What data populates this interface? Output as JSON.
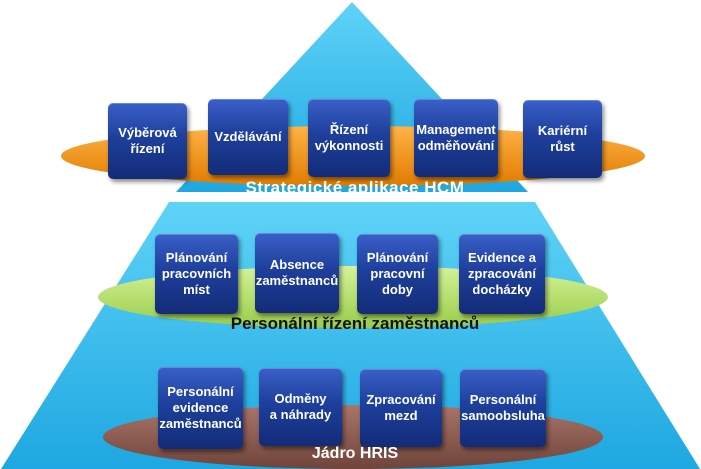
{
  "colors": {
    "pyramid": "#2ab7ea",
    "band_top": "#f7941d",
    "band_mid": "#b5e06a",
    "band_bot": "#8a5a4f",
    "tile": "#1e3f9c"
  },
  "top_band": {
    "label": "Strategické aplikace  HCM",
    "tiles": [
      {
        "text": "Výběrová\nřízení"
      },
      {
        "text": "Vzdělávání"
      },
      {
        "text": "Řízení\nvýkonnosti"
      },
      {
        "text": "Management\nodměňování"
      },
      {
        "text": "Kariérní\nrůst"
      }
    ]
  },
  "middle_band": {
    "label": "Personální řízení zaměstnanců",
    "tiles": [
      {
        "text": "Plánování\npracovních\nmíst"
      },
      {
        "text": "Absence\nzaměstnanců"
      },
      {
        "text": "Plánování\npracovní\ndoby"
      },
      {
        "text": "Evidence a\nzpracování\ndocházky"
      }
    ]
  },
  "bottom_band": {
    "label": "Jádro HRIS",
    "tiles": [
      {
        "text": "Personální\nevidence\nzaměstnanců"
      },
      {
        "text": "Odměny\na náhrady"
      },
      {
        "text": "Zpracování\nmezd"
      },
      {
        "text": "Personální\nsamoobsluha"
      }
    ]
  }
}
